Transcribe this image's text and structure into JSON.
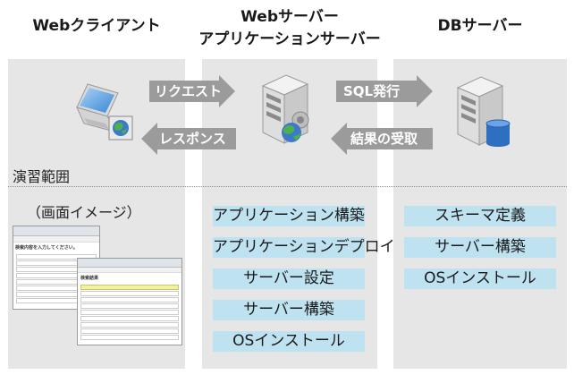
{
  "headers": {
    "client": "Webクライアント",
    "server_line1": "Webサーバー",
    "server_line2": "アプリケーションサーバー",
    "db": "DBサーバー"
  },
  "arrows": {
    "request": "リクエスト",
    "response": "レスポンス",
    "sql": "SQL発行",
    "result": "結果の受取"
  },
  "scope_label": "演習範囲",
  "image_caption": "（画面イメージ）",
  "server_tasks": [
    "アプリケーション構築",
    "アプリケーションデプロイ",
    "サーバー設定",
    "サーバー構築",
    "OSインストール"
  ],
  "db_tasks": [
    "スキーマ定義",
    "サーバー構築",
    "OSインストール"
  ],
  "mock": {
    "form_title": "検索内容を入力してください。",
    "result_title": "検索結果"
  }
}
